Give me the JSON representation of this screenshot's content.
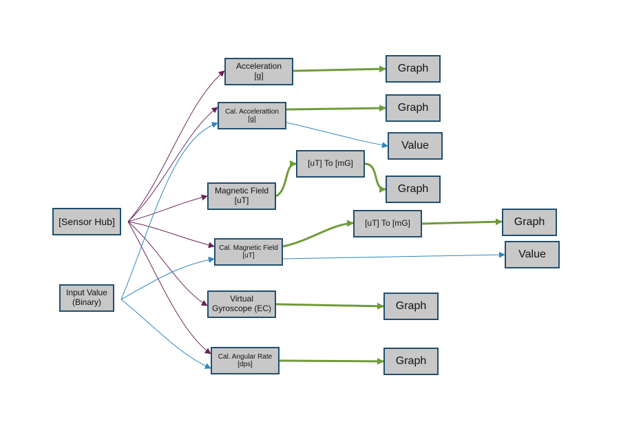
{
  "colors": {
    "purple": "#6b2457",
    "blue": "#2e86c1",
    "green": "#6f9b3a",
    "node_fill": "#c8c8c8",
    "node_border": "#1f4e6e"
  },
  "nodes": {
    "sensor_hub": "[Sensor Hub]",
    "input_value": "Input Value\n(Binary)",
    "acceleration": "Acceleration\n[g]",
    "cal_acceleration": "Cal. Accelerattion\n[g]",
    "magnetic_field": "Magnetic Field\n[uT]",
    "cal_magnetic_field": "Cal. Magnetic Field\n[uT]",
    "virtual_gyroscope": "Virtual\nGyroscope (EC)",
    "cal_angular_rate": "Cal. Angular Rate\n[dps]",
    "convert_1": "[uT] To [mG]",
    "convert_2": "[uT] To [mG]",
    "graph_1": "Graph",
    "graph_2": "Graph",
    "value_1": "Value",
    "graph_3": "Graph",
    "graph_4": "Graph",
    "value_2": "Value",
    "graph_5": "Graph",
    "graph_6": "Graph"
  }
}
